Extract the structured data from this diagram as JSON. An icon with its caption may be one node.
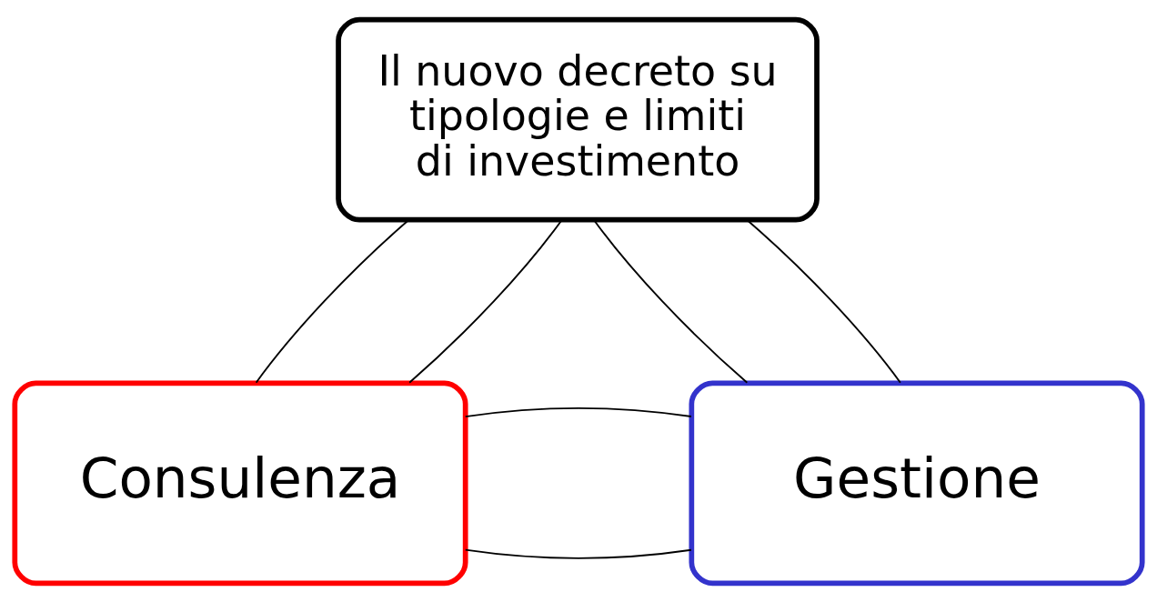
{
  "diagram": {
    "nodes": [
      {
        "text": [
          "Il nuovo decreto su tipologie e limiti di investimento"
        ]
      },
      {
        "text": [
          "Consulenza"
        ]
      },
      {
        "text": [
          "Gestione"
        ]
      }
    ],
    "edges": [
      {
        "from": 0,
        "to": 1,
        "arrow": "none"
      },
      {
        "from": 0,
        "to": 1,
        "arrow": "none"
      },
      {
        "from": 0,
        "to": 2,
        "arrow": "none"
      },
      {
        "from": 0,
        "to": 2,
        "arrow": "none"
      },
      {
        "from": 1,
        "to": 2,
        "arrow": "none"
      },
      {
        "from": 1,
        "to": 2,
        "arrow": "none"
      }
    ]
  }
}
